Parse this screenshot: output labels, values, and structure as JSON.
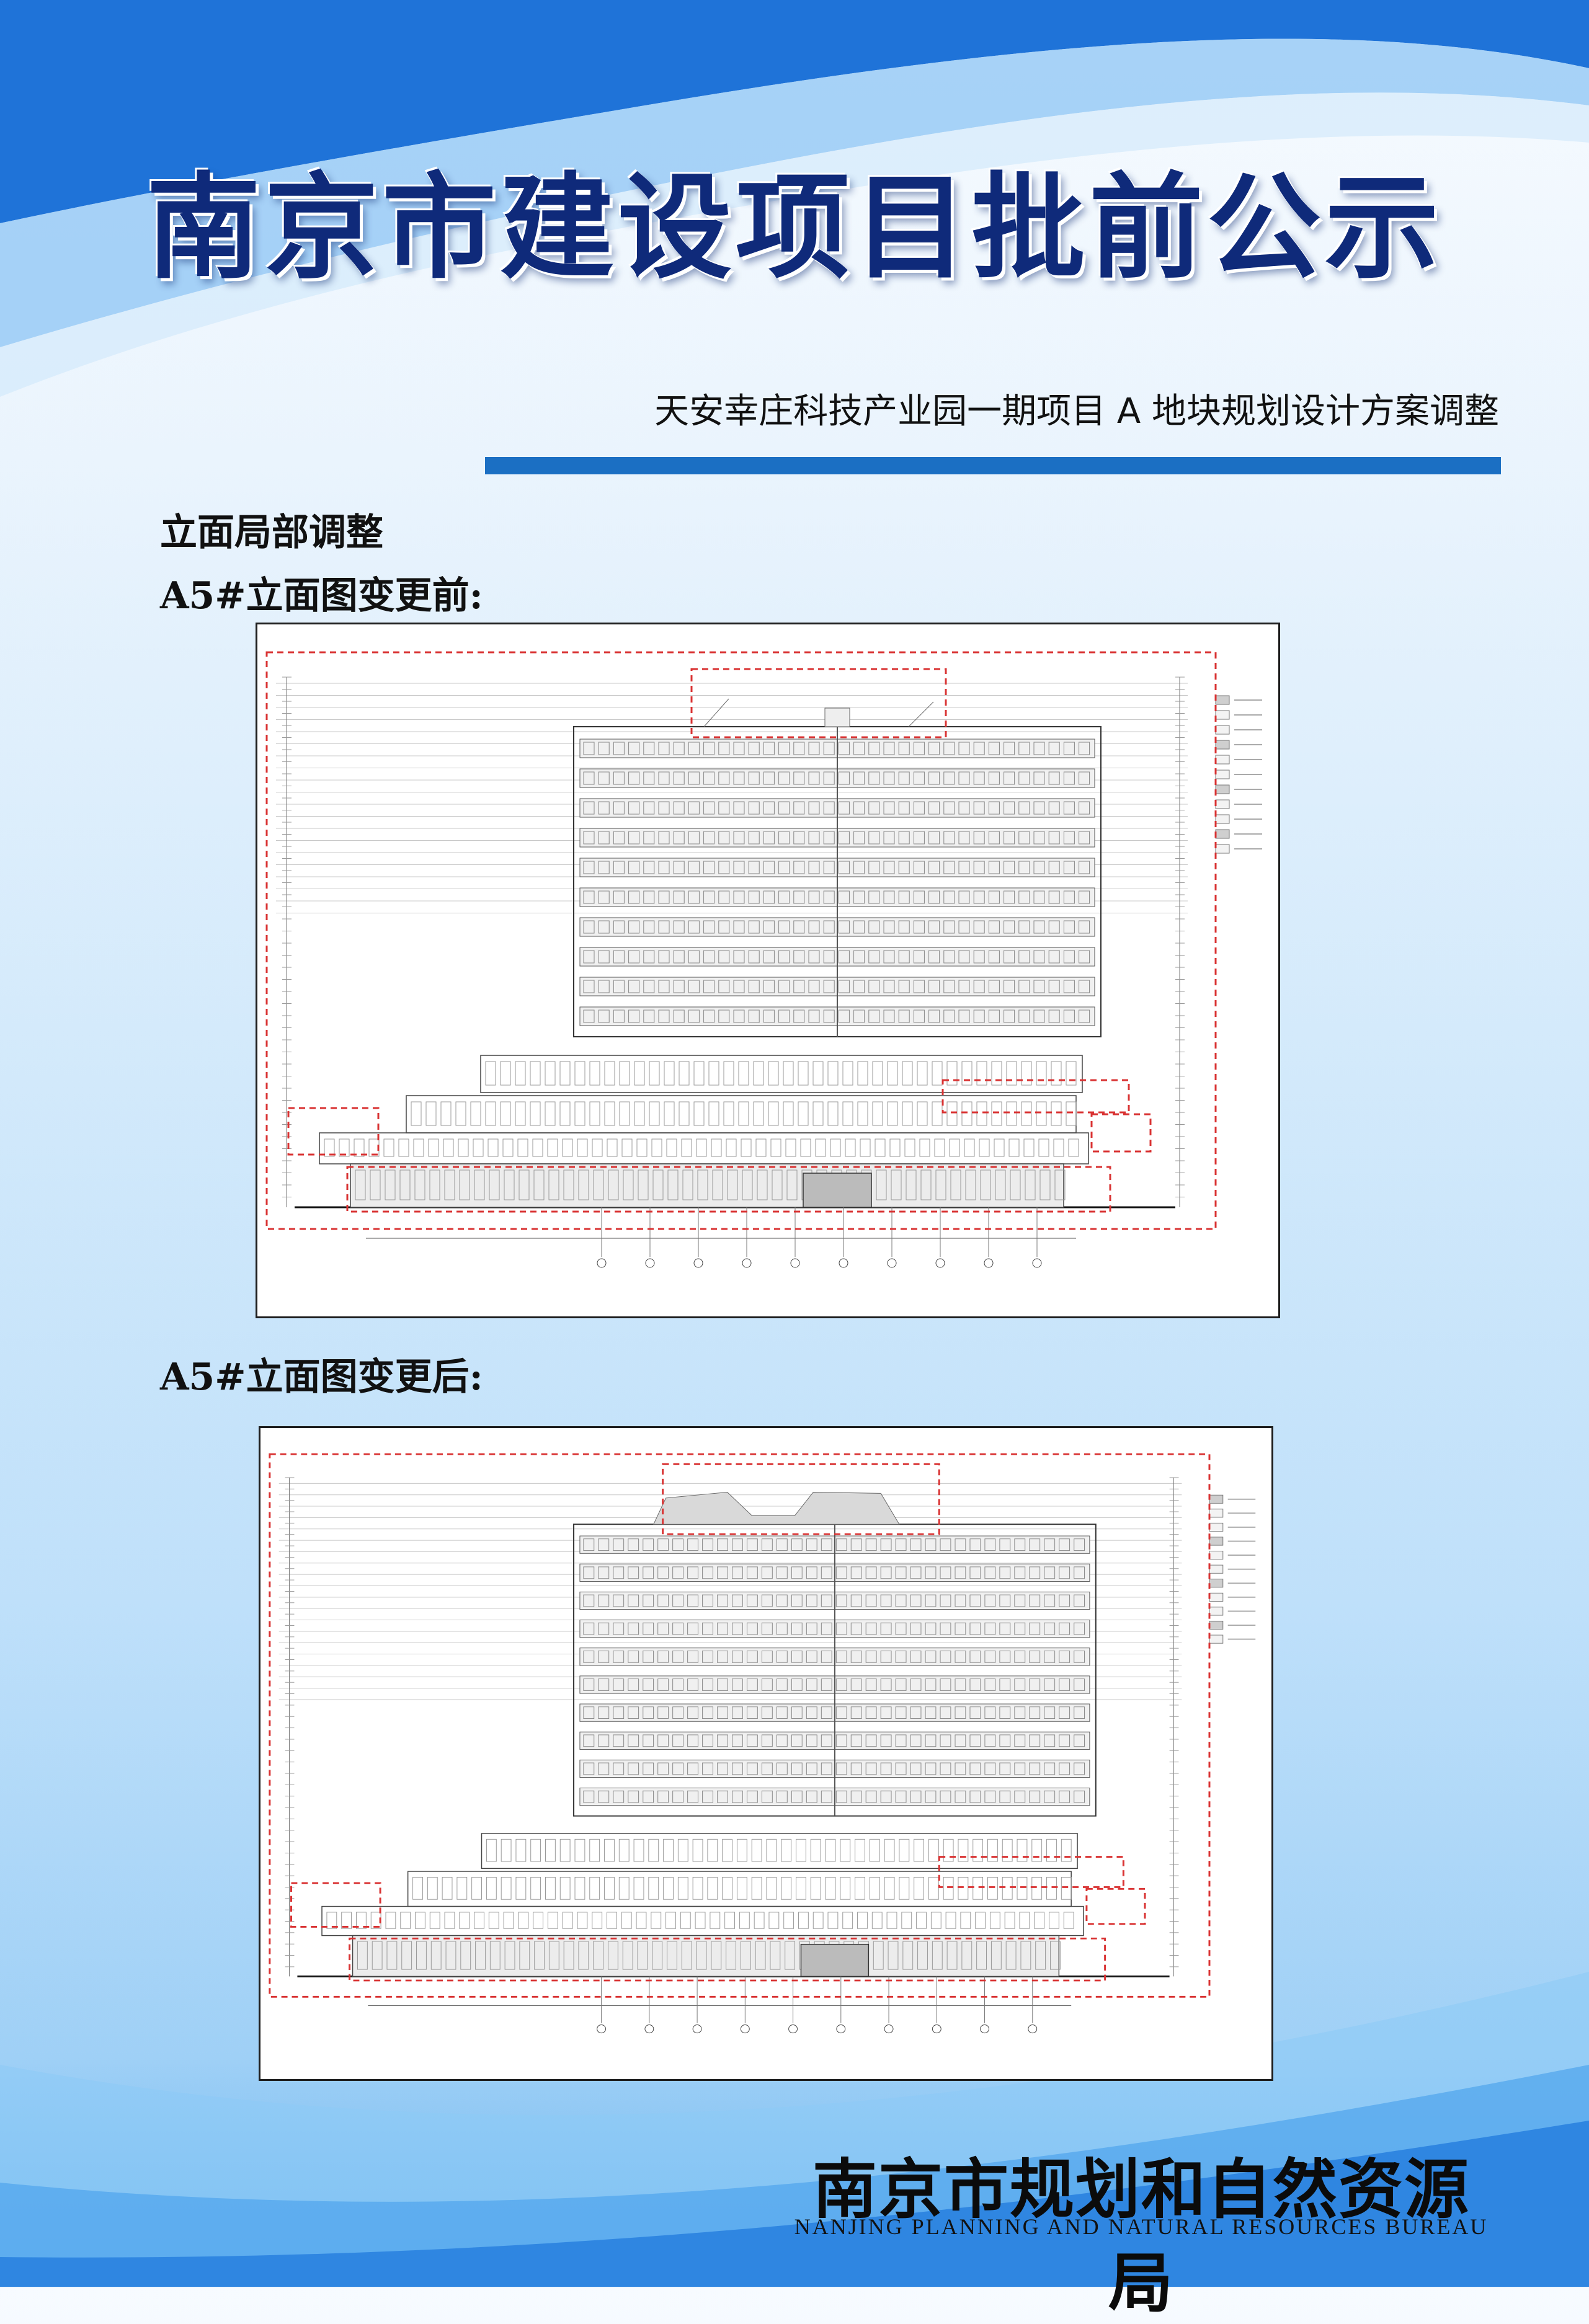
{
  "header": {
    "title": "南京市建设项目批前公示",
    "project_name": "天安幸庄科技产业园一期项目 A 地块规划设计方案调整"
  },
  "content": {
    "section_title": "立面局部调整",
    "before_caption": "A5#立面图变更前:",
    "after_caption": "A5#立面图变更后:"
  },
  "footer": {
    "org_cn": "南京市规划和自然资源局",
    "org_en": "NANJING PLANNING AND NATURAL RESOURCES BUREAU"
  },
  "colors": {
    "title_text": "#0f2a7a",
    "accent_blue": "#1b6fc3",
    "markup_red": "#d93333"
  }
}
